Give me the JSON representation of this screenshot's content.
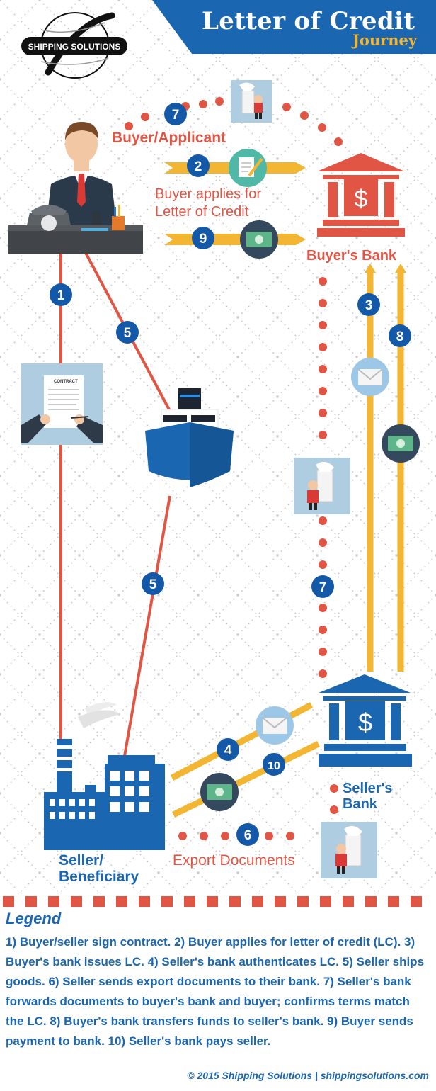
{
  "header": {
    "logo_text": "SHIPPING SOLUTIONS",
    "title": "Letter of Credit",
    "subtitle": "Journey"
  },
  "labels": {
    "buyer": "Buyer/Applicant",
    "buyer_applies_line1": "Buyer applies for",
    "buyer_applies_line2": "Letter of Credit",
    "buyers_bank": "Buyer's Bank",
    "sellers_bank_line1": "Seller's",
    "sellers_bank_line2": "Bank",
    "seller_line1": "Seller/",
    "seller_line2": "Beneficiary",
    "export_documents": "Export Documents",
    "contract": "CONTRACT"
  },
  "steps": [
    "1",
    "2",
    "3",
    "4",
    "5",
    "5",
    "6",
    "7",
    "7",
    "8",
    "9",
    "10"
  ],
  "legend": {
    "title": "Legend",
    "text": "1) Buyer/seller sign contract. 2) Buyer applies for letter of credit (LC). 3) Buyer's bank issues LC. 4) Seller's bank authenticates LC. 5) Seller ships goods. 6) Seller sends export documents to their bank. 7) Seller's bank forwards documents to buyer's bank and buyer; confirms terms match the LC. 8) Buyer's bank transfers funds to seller's bank. 9) Buyer sends payment to bank. 10) Seller's bank pays seller."
  },
  "footer": "© 2015 Shipping Solutions | shippingsolutions.com",
  "colors": {
    "blue": "#1b66b1",
    "red": "#e05544",
    "yellow": "#f2b632",
    "step_circle": "#1458a8"
  }
}
